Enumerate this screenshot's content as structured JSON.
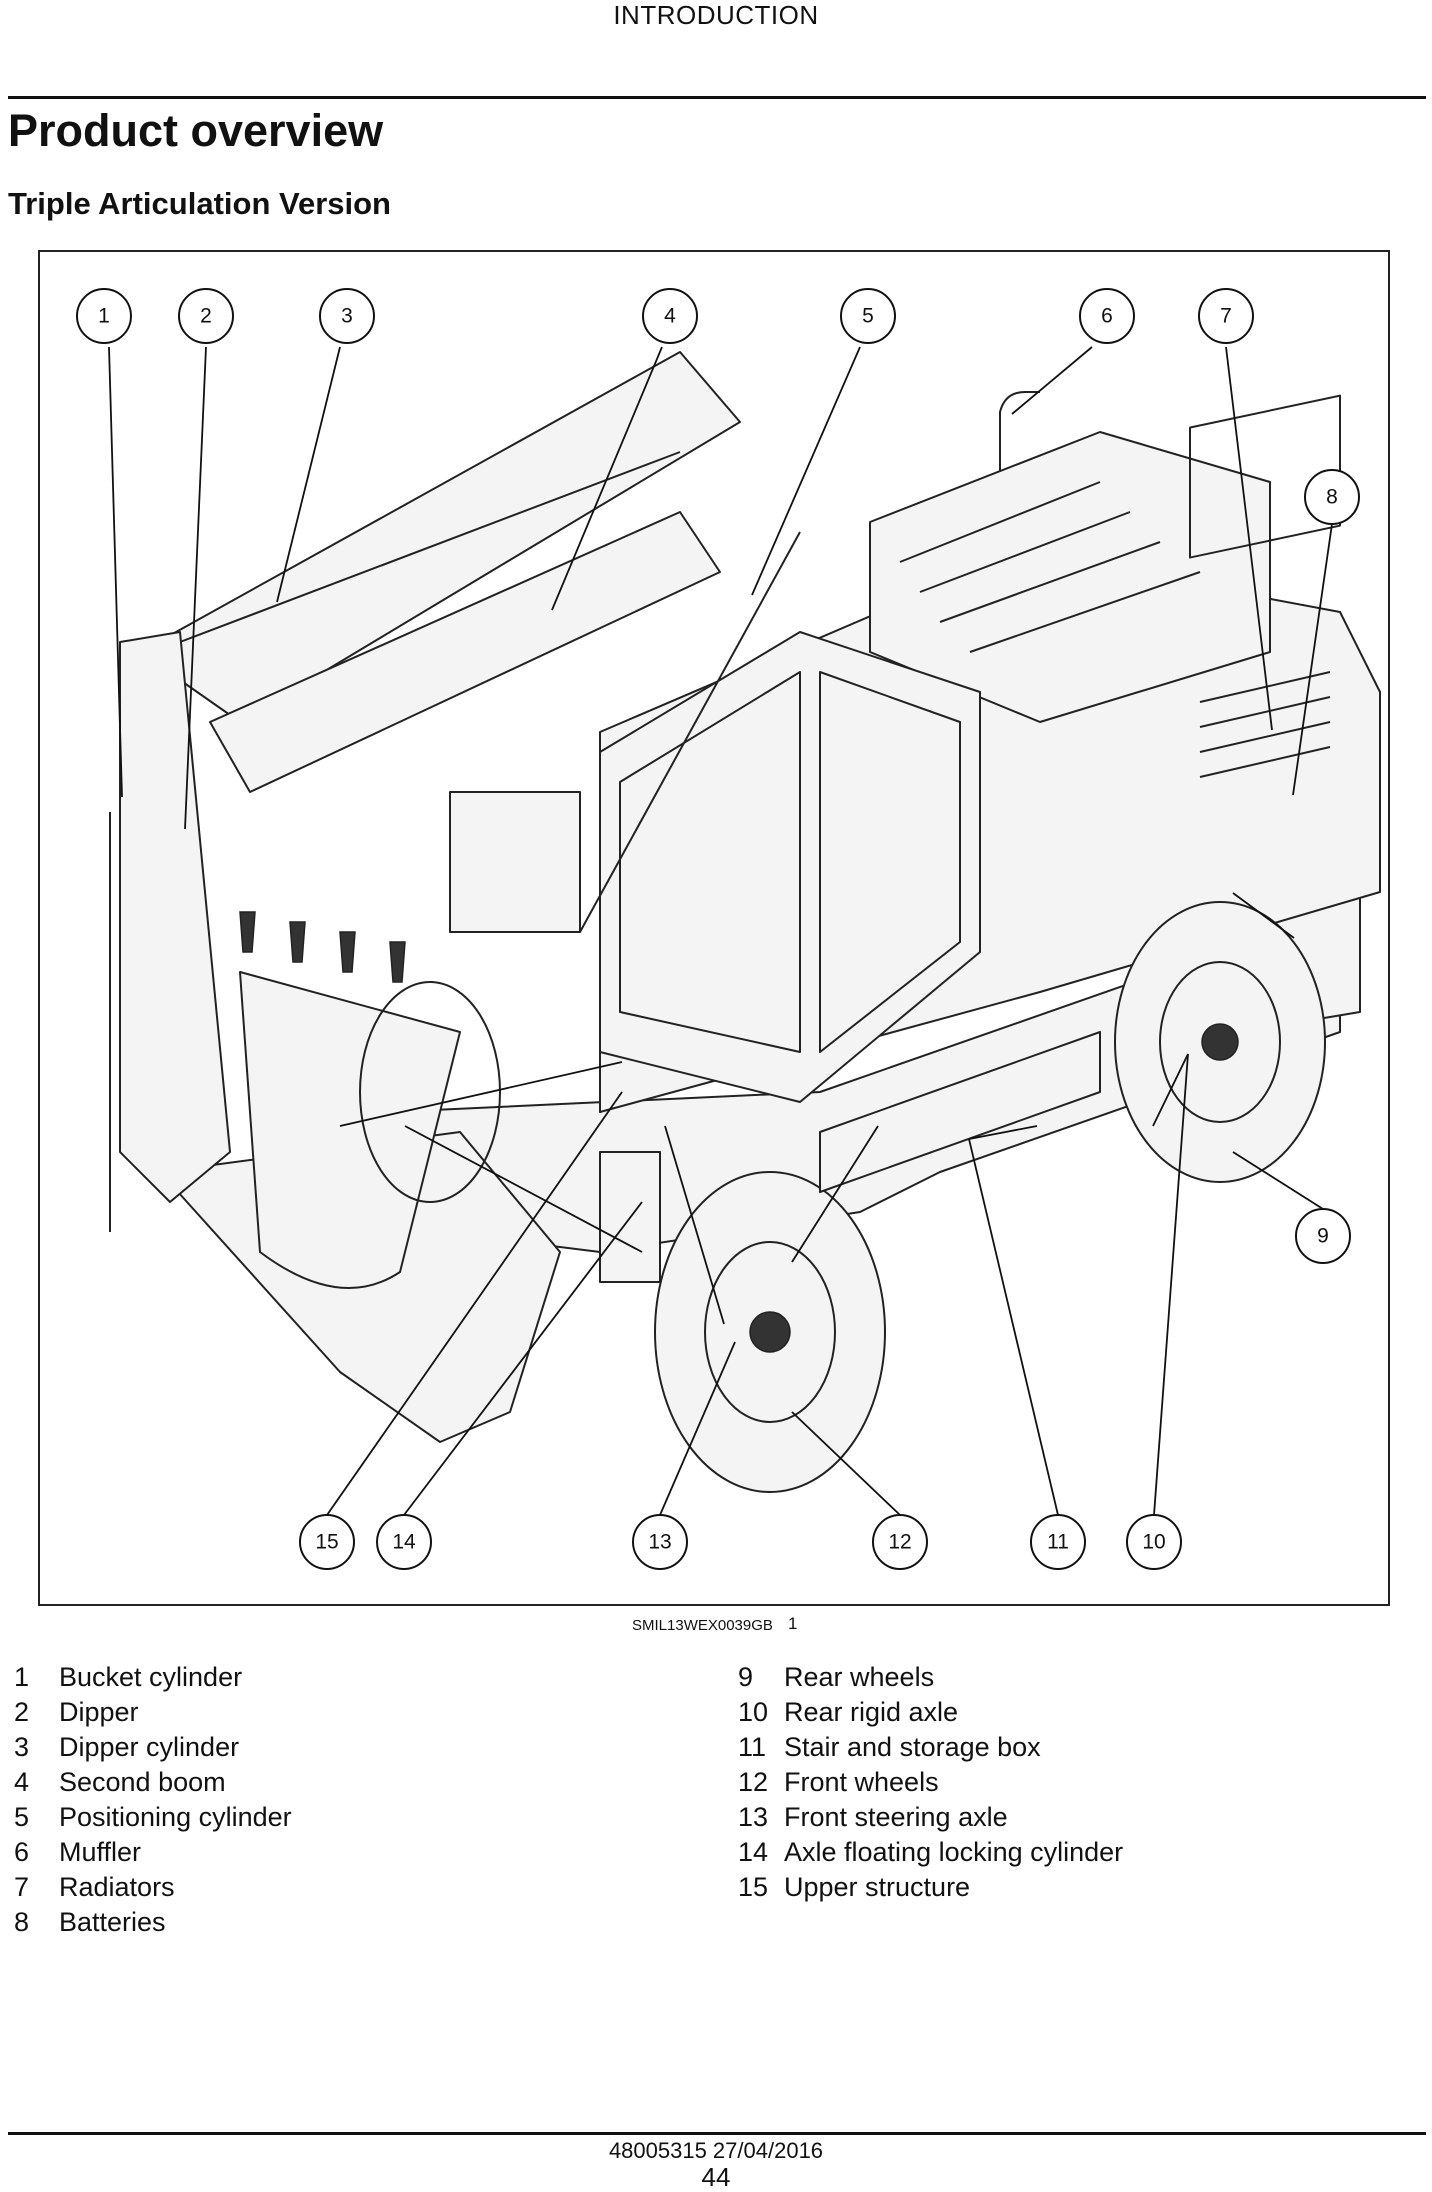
{
  "header": {
    "section": "INTRODUCTION"
  },
  "page": {
    "title": "Product overview",
    "subtitle": "Triple Articulation Version"
  },
  "figure": {
    "reference": "SMIL13WEX0039GB",
    "number": "1",
    "callouts": [
      "1",
      "2",
      "3",
      "4",
      "5",
      "6",
      "7",
      "8",
      "9",
      "10",
      "11",
      "12",
      "13",
      "14",
      "15"
    ]
  },
  "legend": {
    "left": [
      {
        "num": "1",
        "label": "Bucket cylinder"
      },
      {
        "num": "2",
        "label": "Dipper"
      },
      {
        "num": "3",
        "label": "Dipper cylinder"
      },
      {
        "num": "4",
        "label": "Second boom"
      },
      {
        "num": "5",
        "label": "Positioning cylinder"
      },
      {
        "num": "6",
        "label": "Muffler"
      },
      {
        "num": "7",
        "label": "Radiators"
      },
      {
        "num": "8",
        "label": "Batteries"
      }
    ],
    "right": [
      {
        "num": "9",
        "label": "Rear wheels"
      },
      {
        "num": "10",
        "label": "Rear rigid axle"
      },
      {
        "num": "11",
        "label": "Stair and storage box"
      },
      {
        "num": "12",
        "label": "Front wheels"
      },
      {
        "num": "13",
        "label": "Front steering axle"
      },
      {
        "num": "14",
        "label": "Axle floating locking cylinder"
      },
      {
        "num": "15",
        "label": "Upper structure"
      }
    ]
  },
  "footer": {
    "doc_ref": "48005315 27/04/2016",
    "page_number": "44"
  }
}
